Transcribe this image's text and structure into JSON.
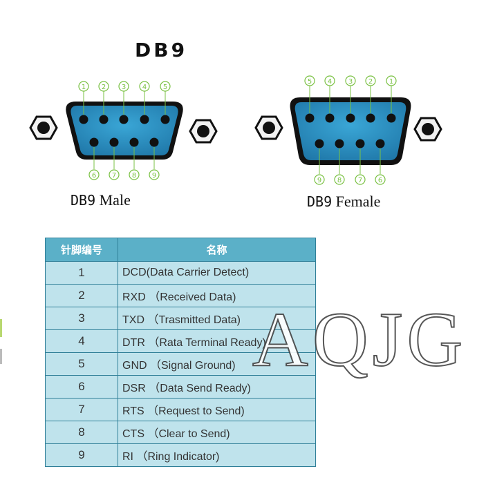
{
  "title": "DB9",
  "male": {
    "label_prefix": "DB9",
    "label_suffix": "Male",
    "top_pins": [
      "1",
      "2",
      "3",
      "4",
      "5"
    ],
    "bottom_pins": [
      "6",
      "7",
      "8",
      "9"
    ]
  },
  "female": {
    "label_prefix": "DB9",
    "label_suffix": "Female",
    "top_pins": [
      "5",
      "4",
      "3",
      "2",
      "1"
    ],
    "bottom_pins": [
      "9",
      "8",
      "7",
      "6"
    ]
  },
  "table": {
    "headers": [
      "针脚编号",
      "名称"
    ],
    "rows": [
      {
        "pin": "1",
        "name": "DCD(Data Carrier Detect)"
      },
      {
        "pin": "2",
        "name": "RXD （Received Data)"
      },
      {
        "pin": "3",
        "name": "TXD （Trasmitted Data)"
      },
      {
        "pin": "4",
        "name": "DTR （Rata Terminal Ready)"
      },
      {
        "pin": "5",
        "name": "GND （Signal Ground)"
      },
      {
        "pin": "6",
        "name": "DSR （Data Send Ready)"
      },
      {
        "pin": "7",
        "name": "RTS （Request to Send)"
      },
      {
        "pin": "8",
        "name": "CTS （Clear to Send)"
      },
      {
        "pin": "9",
        "name": "RI （Ring Indicator)"
      }
    ]
  },
  "watermark": "AQJG",
  "colors": {
    "shell": "#2a8bbf",
    "shell_border": "#1b1b1b",
    "pin_label": "#7ac143",
    "table_header": "#5bb0c8",
    "table_cell": "#bfe3ec"
  }
}
